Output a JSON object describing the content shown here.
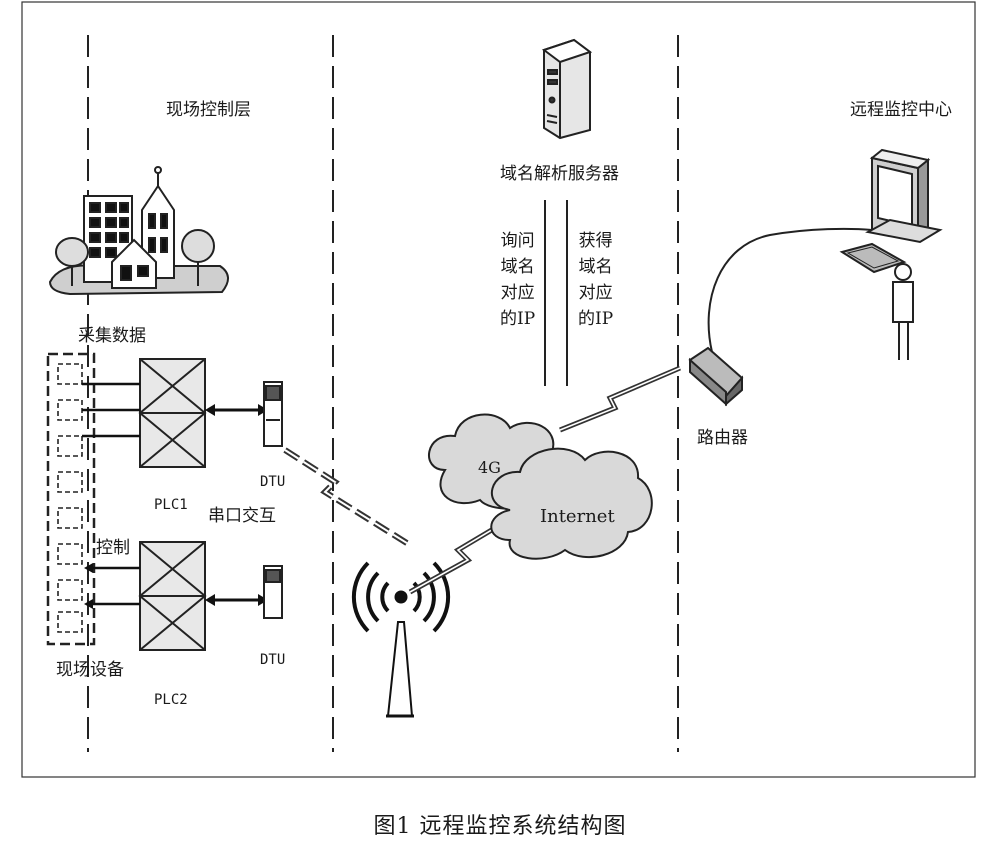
{
  "zones": {
    "field_layer": "现场控制层",
    "remote_center": "远程监控中心"
  },
  "labels": {
    "collect_data": "采集数据",
    "control": "控制",
    "field_devices": "现场设备",
    "plc1": "PLC1",
    "plc2": "PLC2",
    "serial": "串口交互",
    "dtu1": "DTU",
    "dtu2": "DTU",
    "dns_server": "域名解析服务器",
    "query": "询问\n域名\n对应\n的IP",
    "obtain": "获得\n域名\n对应\n的IP",
    "cloud_4g": "4G",
    "internet": "Internet",
    "router": "路由器"
  },
  "caption": "图1  远程监控系统结构图"
}
